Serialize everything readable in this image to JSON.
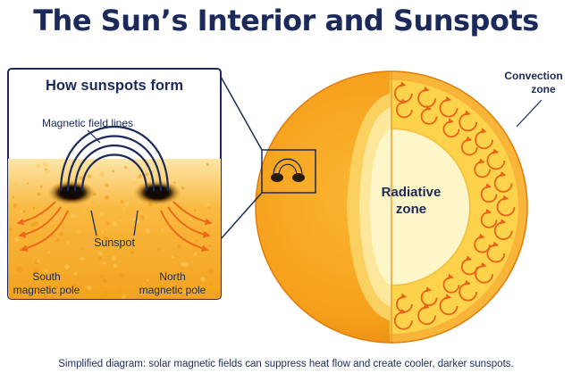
{
  "title": "The Sun’s Interior and Sunspots",
  "caption": "Simplified diagram: solar magnetic fields can suppress heat flow and create cooler, darker sunspots.",
  "inset": {
    "heading": "How sunspots form",
    "field_lines_label": "Magnetic field lines",
    "sunspot_label": "Sunspot",
    "south_pole_label": [
      "South",
      "magnetic pole"
    ],
    "north_pole_label": [
      "North",
      "magnetic pole"
    ]
  },
  "sun": {
    "radiative_zone_label": [
      "Radiative",
      "zone"
    ],
    "convection_zone_label": [
      "Convection",
      "zone"
    ]
  },
  "colors": {
    "title": "#1b2a5a",
    "surface_orange": "#f6a21c",
    "convection_yellow": "#fcd34a",
    "radiative_cream": "#fdf6c8",
    "arrow_orange": "#ec6a1c",
    "sunspot_dark": "#1a1208"
  }
}
